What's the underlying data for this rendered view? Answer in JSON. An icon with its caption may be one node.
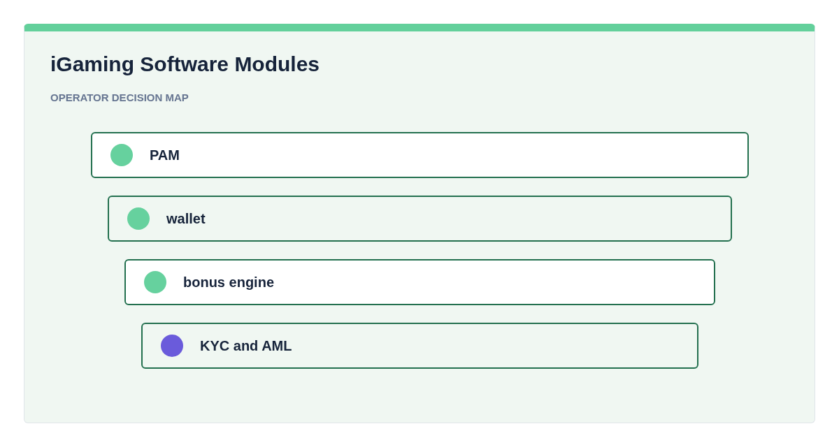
{
  "diagram": {
    "title": "iGaming Software Modules",
    "nodes": [
      {
        "text": [
          "PAM"
        ]
      },
      {
        "text": [
          "wallet"
        ]
      },
      {
        "text": [
          "bonus engine"
        ]
      },
      {
        "text": [
          "KYC and AML"
        ]
      }
    ],
    "edges": [],
    "labels": [
      "OPERATOR DECISION MAP"
    ]
  }
}
